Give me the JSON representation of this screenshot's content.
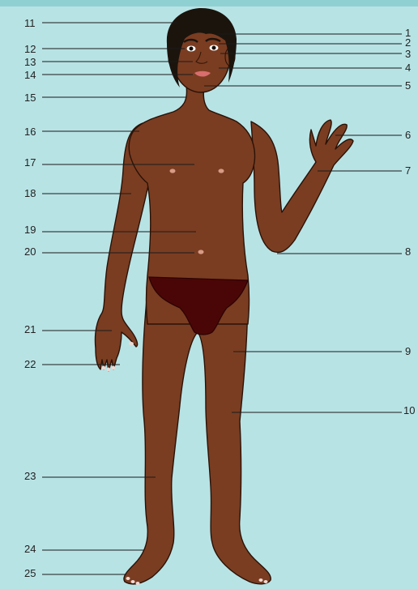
{
  "colors": {
    "background": "#b8e3e5",
    "frame": "#8fd0d3",
    "skin": "#7a3d22",
    "skin_shadow": "#6a3119",
    "hair": "#1b140d",
    "underwear": "#4a0606",
    "nipple": "#d79b86",
    "lips": "#d86e6e",
    "nails": "#f1d8d2",
    "line": "#1a1a1a"
  },
  "labels": {
    "left": [
      "11",
      "12",
      "13",
      "14",
      "15",
      "16",
      "17",
      "18",
      "19",
      "20",
      "21",
      "22",
      "23",
      "24",
      "25"
    ],
    "right": [
      "1",
      "2",
      "3",
      "4",
      "5",
      "6",
      "7",
      "8",
      "9",
      "10"
    ]
  }
}
